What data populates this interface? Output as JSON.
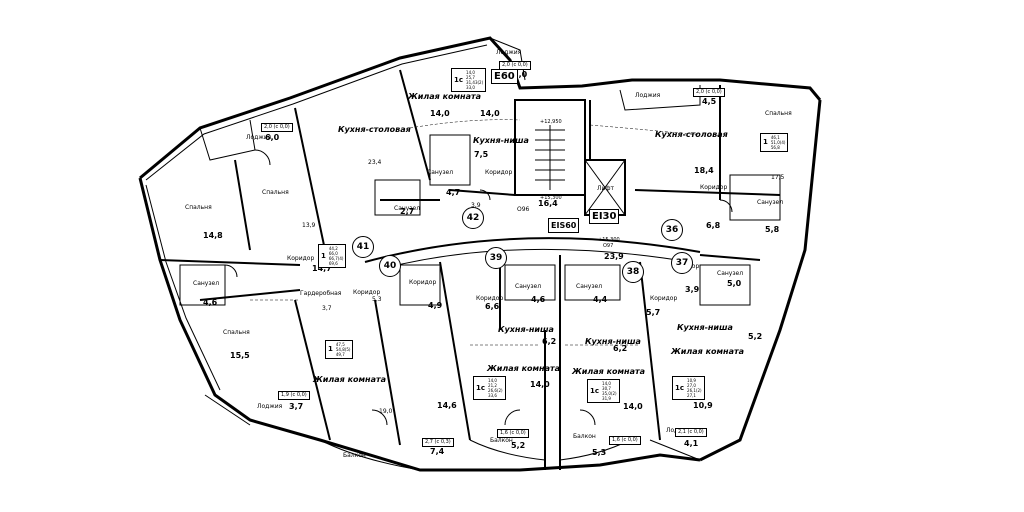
{
  "room_names": {
    "living": "Жилая комната",
    "kitchen_dining": "Кухня-столовая",
    "kitchen_niche": "Кухня-ниша",
    "bedroom": "Спальня",
    "corridor": "Коридор",
    "bathroom": "Санузел",
    "loggia": "Лоджия",
    "balcony": "Балкон",
    "wardrobe": "Гардеробная",
    "lift": "Лифт"
  },
  "area_labels": {
    "a1": "14,0",
    "a2": "3,0",
    "a3": "6,0",
    "a4": "23,4",
    "a5": "14,0",
    "a6": "7,5",
    "a7": "4,7",
    "a8": "2,7",
    "a9": "14,8",
    "a10": "13,9",
    "a11": "14,7",
    "a12": "4,6",
    "a13": "5,3",
    "a14": "3,7",
    "a15": "4,9",
    "a16": "15,5",
    "a17": "3,7",
    "a18": "19,0",
    "a19": "14,6",
    "a20": "7,4",
    "a21": "16,4",
    "a22": "3,9",
    "a23": "6,6",
    "a24": "4,6",
    "a25": "6,2",
    "a26": "14,0",
    "a27": "5,2",
    "a28": "23,9",
    "a29": "4,4",
    "a30": "5,7",
    "a31": "6,2",
    "a32": "14,0",
    "a33": "5,3",
    "a34": "4,5",
    "a35": "18,4",
    "a36": "6,8",
    "a37": "5,8",
    "a38": "17,5",
    "a39": "3,9",
    "a40": "5,0",
    "a41": "5,2",
    "a42": "10,9",
    "a43": "4,1"
  },
  "apartment_numbers": [
    "41",
    "42",
    "40",
    "39",
    "38",
    "36",
    "37"
  ],
  "fire_tags": [
    "E60",
    "EI30",
    "EIS60"
  ],
  "elevations": [
    "+12,950",
    "+15,300",
    "+15,300"
  ],
  "small_marks": [
    "O96",
    "O97"
  ],
  "loggia_dims": {
    "d1": "2,0 (с 0,0)",
    "d2": "2,0 (с 0,0)",
    "d3": "2,0 (с 0,0)",
    "d4": "1,9 (с 0,0)",
    "d5": "2,7 (с 0,3)",
    "d6": "1,6 (с 0,0)",
    "d7": "1,6 (с 0,0)",
    "d8": "2,1 (с 0,0)"
  },
  "apartment_cards": [
    {
      "num": "1с",
      "vals": [
        "14,0",
        "25,7",
        "31,43(2)",
        "33,0"
      ]
    },
    {
      "num": "1",
      "vals": [
        "44,2",
        "66,0",
        "66,7(4)",
        "69,6"
      ]
    },
    {
      "num": "1",
      "vals": [
        "47,5",
        "54,8(5)",
        "49,7"
      ]
    },
    {
      "num": "1с",
      "vals": [
        "14,0",
        "21,2",
        "26,6(2)",
        "33,6"
      ]
    },
    {
      "num": "1с",
      "vals": [
        "14,0",
        "30,7",
        "35,0(2)",
        "31,9"
      ]
    },
    {
      "num": "1",
      "vals": [
        "46,1",
        "51,0(4)",
        "56,8"
      ]
    },
    {
      "num": "1с",
      "vals": [
        "10,9",
        "27,0",
        "26,1(2)",
        "27,1"
      ]
    }
  ]
}
